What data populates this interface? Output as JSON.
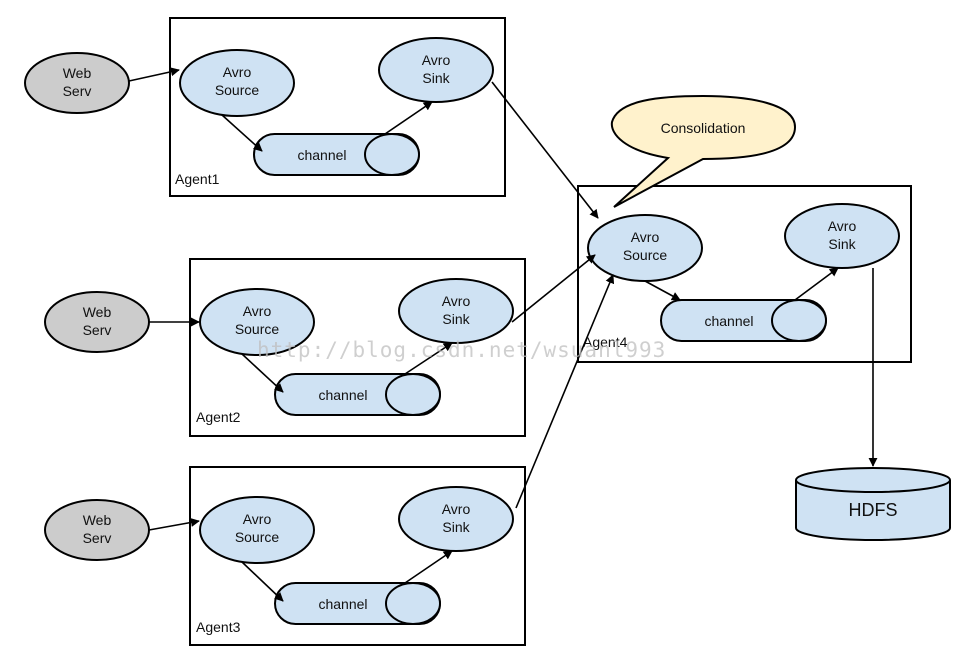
{
  "colors": {
    "node_fill": "#cfe2f3",
    "web_fill": "#cccccc",
    "bubble_fill": "#fff2cc",
    "stroke": "#000000"
  },
  "web_serv": {
    "line1": "Web",
    "line2": "Serv"
  },
  "avro_source": {
    "line1": "Avro",
    "line2": "Source"
  },
  "avro_sink": {
    "line1": "Avro",
    "line2": "Sink"
  },
  "channel_label": "channel",
  "agents": [
    "Agent1",
    "Agent2",
    "Agent3",
    "Agent4"
  ],
  "consolidation_label": "Consolidation",
  "hdfs_label": "HDFS",
  "watermark": "http://blog.csdn.net/wsuanl993"
}
